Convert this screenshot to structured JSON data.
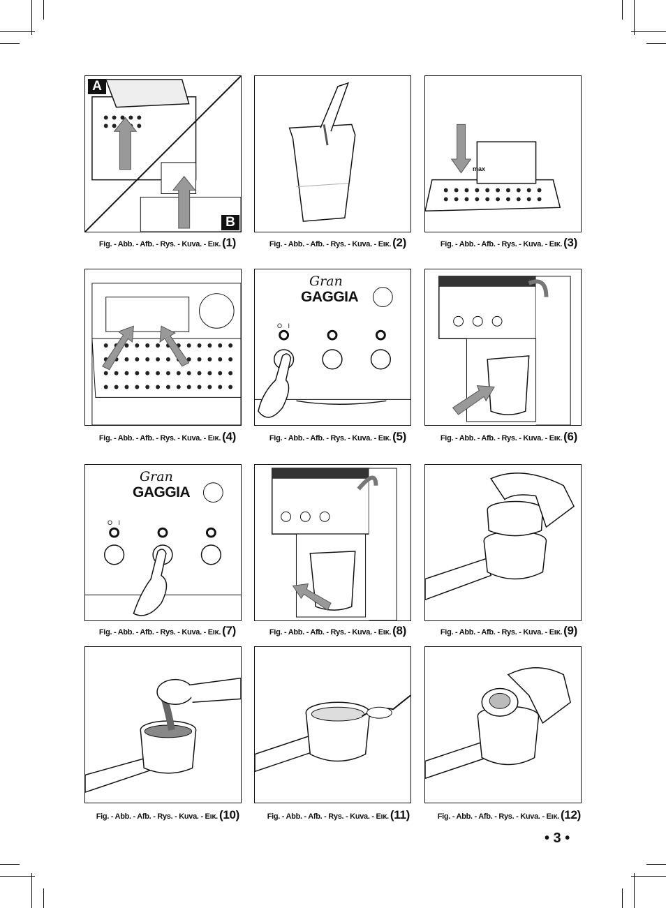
{
  "figures": [
    {
      "caption": "Fig. - Abb. - Afb. - Rys. - Kuva. - Εικ.",
      "number": "(1)",
      "labels": [
        "A",
        "B"
      ]
    },
    {
      "caption": "Fig. - Abb. - Afb. - Rys. - Kuva. - Εικ.",
      "number": "(2)"
    },
    {
      "caption": "Fig. - Abb. - Afb. - Rys. - Kuva. - Εικ.",
      "number": "(3)",
      "text": "max"
    },
    {
      "caption": "Fig. - Abb. - Afb. - Rys. - Kuva. - Εικ.",
      "number": "(4)"
    },
    {
      "caption": "Fig. - Abb. - Afb. - Rys. - Kuva. - Εικ.",
      "number": "(5)",
      "brand_script": "Gran",
      "brand": "GAGGIA",
      "switch_label": "O I"
    },
    {
      "caption": "Fig. - Abb. - Afb. - Rys. - Kuva. - Εικ.",
      "number": "(6)"
    },
    {
      "caption": "Fig. - Abb. - Afb. - Rys. - Kuva. - Εικ.",
      "number": "(7)",
      "brand_script": "Gran",
      "brand": "GAGGIA",
      "switch_label": "O I"
    },
    {
      "caption": "Fig. - Abb. - Afb. - Rys. - Kuva. - Εικ.",
      "number": "(8)"
    },
    {
      "caption": "Fig. - Abb. - Afb. - Rys. - Kuva. - Εικ.",
      "number": "(9)"
    },
    {
      "caption": "Fig. - Abb. - Afb. - Rys. - Kuva. - Εικ.",
      "number": "(10)"
    },
    {
      "caption": "Fig. - Abb. - Afb. - Rys. - Kuva. - Εικ.",
      "number": "(11)"
    },
    {
      "caption": "Fig. - Abb. - Afb. - Rys. - Kuva. - Εικ.",
      "number": "(12)"
    }
  ],
  "page_number": "• 3 •"
}
